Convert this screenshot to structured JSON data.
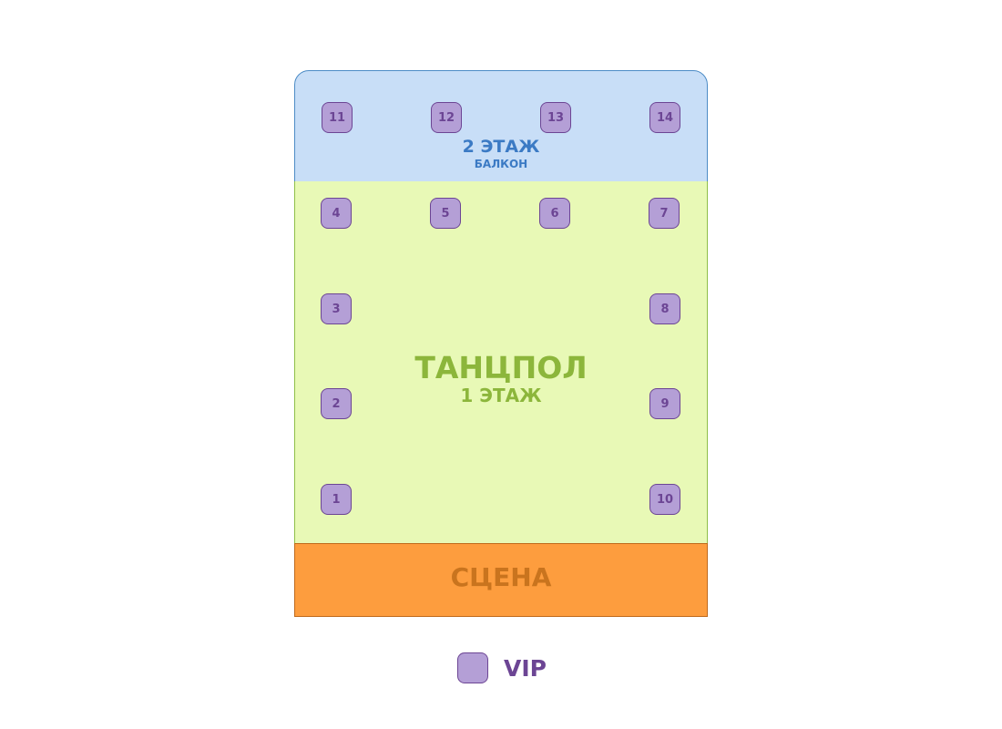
{
  "balcony": {
    "title": "2 ЭТАЖ",
    "subtitle": "БАЛКОН"
  },
  "dancefloor": {
    "title": "ТАНЦПОЛ",
    "subtitle": "1 ЭТАЖ"
  },
  "stage": {
    "title": "СЦЕНА"
  },
  "tables": [
    {
      "label": "1",
      "zone": "dancefloor"
    },
    {
      "label": "2",
      "zone": "dancefloor"
    },
    {
      "label": "3",
      "zone": "dancefloor"
    },
    {
      "label": "4",
      "zone": "dancefloor"
    },
    {
      "label": "5",
      "zone": "dancefloor"
    },
    {
      "label": "6",
      "zone": "dancefloor"
    },
    {
      "label": "7",
      "zone": "dancefloor"
    },
    {
      "label": "8",
      "zone": "dancefloor"
    },
    {
      "label": "9",
      "zone": "dancefloor"
    },
    {
      "label": "10",
      "zone": "dancefloor"
    },
    {
      "label": "11",
      "zone": "balcony"
    },
    {
      "label": "12",
      "zone": "balcony"
    },
    {
      "label": "13",
      "zone": "balcony"
    },
    {
      "label": "14",
      "zone": "balcony"
    }
  ],
  "legend": {
    "label": "VIP",
    "swatch_color": "#b49fd6"
  },
  "colors": {
    "balcony_fill": "#c8def7",
    "balcony_text": "#3b7ac4",
    "dancefloor_fill": "#e8f9b6",
    "dancefloor_text": "#8cb63b",
    "stage_fill": "#fd9d3e",
    "stage_text": "#c9741e",
    "table_fill": "#b49fd6",
    "table_border": "#6c4594"
  }
}
